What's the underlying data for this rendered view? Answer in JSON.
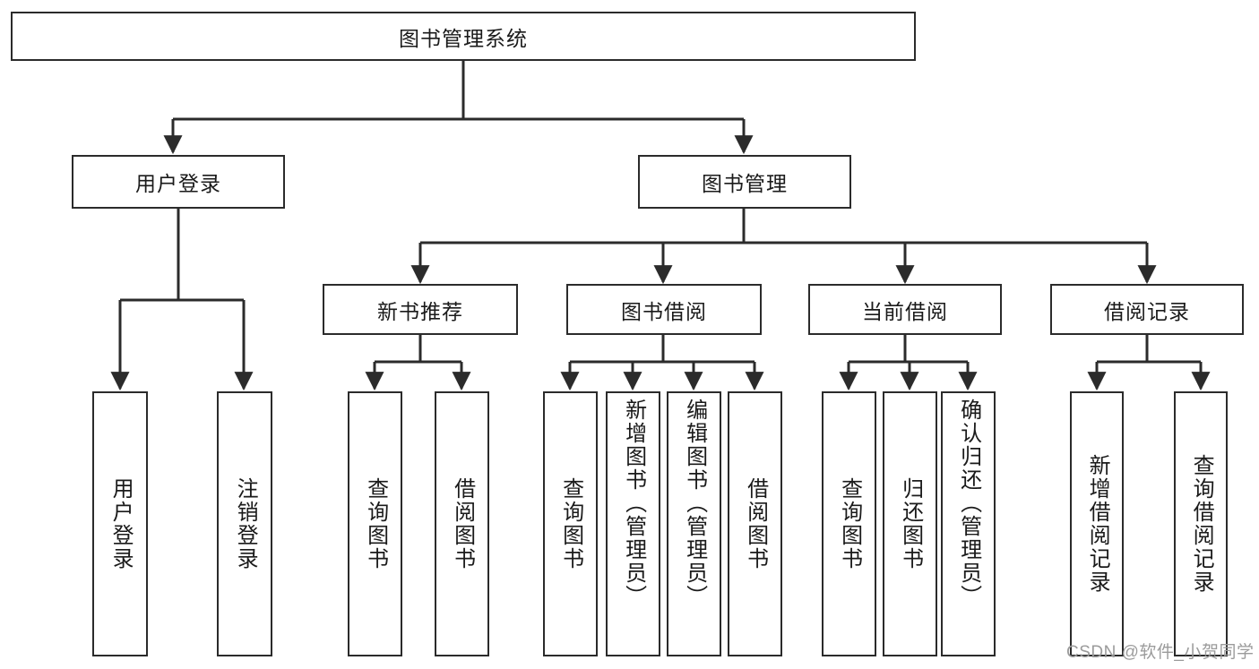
{
  "diagram": {
    "type": "tree",
    "title": "图书管理系统",
    "root": {
      "id": "root",
      "label": "图书管理系统"
    },
    "level2": [
      {
        "id": "user-login",
        "label": "用户登录"
      },
      {
        "id": "book-manage",
        "label": "图书管理"
      }
    ],
    "level3": [
      {
        "id": "new-book-recommend",
        "label": "新书推荐",
        "parent": "book-manage"
      },
      {
        "id": "book-borrow",
        "label": "图书借阅",
        "parent": "book-manage"
      },
      {
        "id": "current-borrow",
        "label": "当前借阅",
        "parent": "book-manage"
      },
      {
        "id": "borrow-record",
        "label": "借阅记录",
        "parent": "book-manage"
      }
    ],
    "leaves": [
      {
        "id": "leaf-user-login",
        "label": "用户登录",
        "parent": "user-login",
        "align": "mid"
      },
      {
        "id": "leaf-logout-login",
        "label": "注销登录",
        "parent": "user-login",
        "align": "mid"
      },
      {
        "id": "leaf-query-book-1",
        "label": "查询图书",
        "parent": "new-book-recommend",
        "align": "mid"
      },
      {
        "id": "leaf-borrow-book-1",
        "label": "借阅图书",
        "parent": "new-book-recommend",
        "align": "mid"
      },
      {
        "id": "leaf-query-book-2",
        "label": "查询图书",
        "parent": "book-borrow",
        "align": "mid"
      },
      {
        "id": "leaf-add-book",
        "label": "新增图书（管理员）",
        "parent": "book-borrow",
        "align": "top"
      },
      {
        "id": "leaf-edit-book",
        "label": "编辑图书（管理员）",
        "parent": "book-borrow",
        "align": "top"
      },
      {
        "id": "leaf-borrow-book-2",
        "label": "借阅图书",
        "parent": "book-borrow",
        "align": "mid"
      },
      {
        "id": "leaf-query-book-3",
        "label": "查询图书",
        "parent": "current-borrow",
        "align": "mid"
      },
      {
        "id": "leaf-return-book",
        "label": "归还图书",
        "parent": "current-borrow",
        "align": "mid"
      },
      {
        "id": "leaf-confirm-return",
        "label": "确认归还（管理员）",
        "parent": "current-borrow",
        "align": "top"
      },
      {
        "id": "leaf-add-record",
        "label": "新增借阅记录",
        "parent": "borrow-record",
        "align": "mid"
      },
      {
        "id": "leaf-query-record",
        "label": "查询借阅记录",
        "parent": "borrow-record",
        "align": "mid"
      }
    ],
    "colors": {
      "stroke": "#2b2b2b",
      "fill": "#ffffff",
      "text": "#1a1a1a",
      "watermark": "#9b9b9b"
    }
  },
  "watermark": {
    "text": "CSDN @软件_小贺同学"
  }
}
